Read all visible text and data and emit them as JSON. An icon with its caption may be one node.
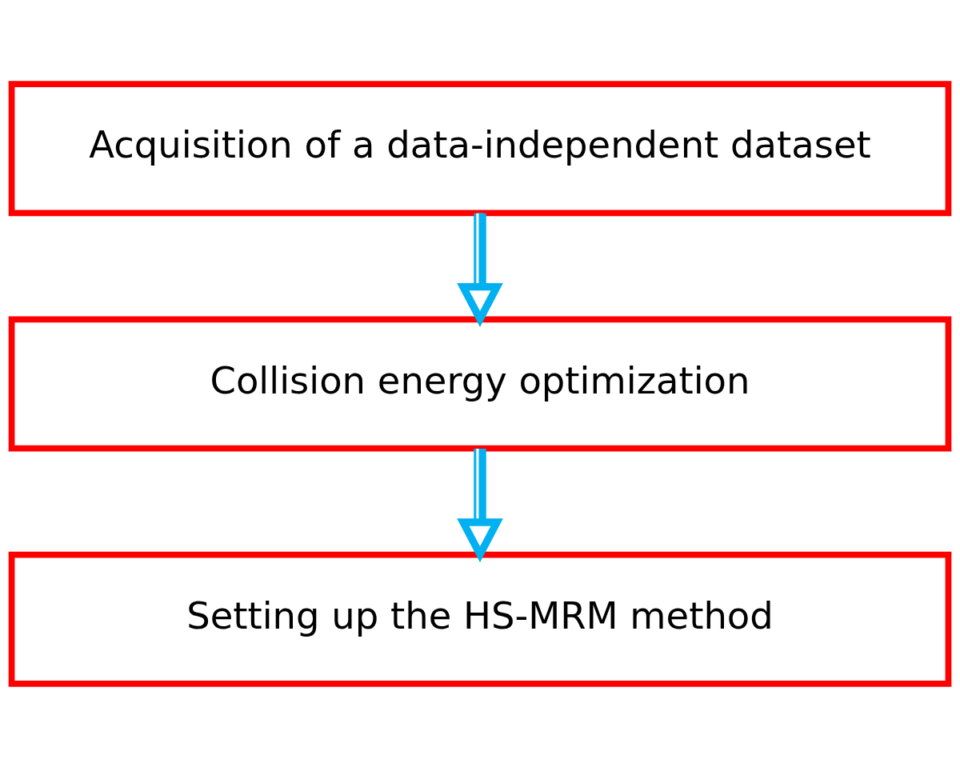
{
  "diagram": {
    "nodes": [
      {
        "text": [
          "Acquisition of a data-independent dataset"
        ]
      },
      {
        "text": [
          "Collision energy optimization"
        ]
      },
      {
        "text": [
          "Setting up the HS-MRM method"
        ]
      }
    ],
    "edges": [
      {
        "from": 0,
        "to": 1,
        "arrow": "to"
      },
      {
        "from": 1,
        "to": 2,
        "arrow": "to"
      }
    ]
  }
}
